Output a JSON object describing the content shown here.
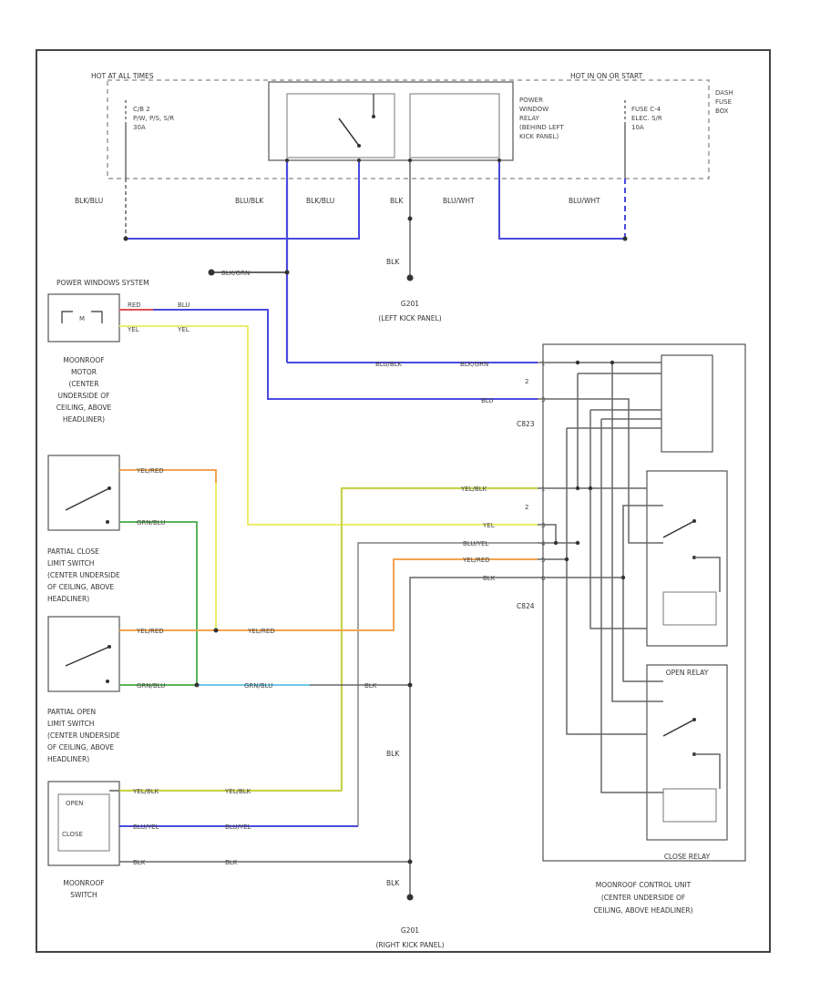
{
  "colors": {
    "blue": "#4a4ade",
    "yellow": "#eded6e",
    "orange": "#f2a450",
    "green": "#5ab45a",
    "cyan": "#6ec8e8",
    "olive": "#c8d24a",
    "red": "#e05050",
    "gray": "#666666",
    "black": "#333333"
  },
  "labels": {
    "hot_at_all_times": "HOT AT ALL TIMES",
    "hot_in_on_or_start": "HOT IN ON OR START",
    "fuse_left_1": "C/B 2",
    "fuse_left_2": "P/W, P/S, S/R",
    "fuse_left_3": "30A",
    "relay_1": "POWER",
    "relay_2": "WINDOW",
    "relay_3": "RELAY",
    "relay_4": "(BEHIND LEFT",
    "relay_5": "KICK PANEL)",
    "fuse_right_1": "FUSE C-4",
    "fuse_right_2": "ELEC. S/R",
    "fuse_right_3": "10A",
    "dash_fuse_1": "DASH",
    "dash_fuse_2": "FUSE",
    "dash_fuse_3": "BOX",
    "w_blk_blu_1": "BLK/BLU",
    "w_blu_blk": "BLU/BLK",
    "w_blk_blu_2": "BLK/BLU",
    "w_blk_top": "BLK",
    "w_blu_wht_1": "BLU/WHT",
    "w_blu_wht_2": "BLU/WHT",
    "w_blk_g201": "BLK",
    "power_windows_system": "POWER WINDOWS SYSTEM",
    "w_blk_grn_top": "BLK/GRN",
    "g201_1": "G201",
    "g201_2": "(LEFT KICK PANEL)",
    "motor_red": "RED",
    "motor_blu": "BLU",
    "motor_yel_1": "YEL",
    "motor_yel_2": "YEL",
    "motor_1": "MOONROOF",
    "motor_2": "MOTOR",
    "motor_3": "(CENTER",
    "motor_4": "UNDERSIDE OF",
    "motor_5": "CEILING, ABOVE",
    "motor_6": "HEADLINER)",
    "w_blu_blk_mid": "BLU/BLK",
    "w_blk_grn_mid": "BLK/GRN",
    "w_blu_right": "BLU",
    "c823": "C823",
    "pc_yel_red": "YEL/RED",
    "pc_grn_blu": "GRN/BLU",
    "pc_1": "PARTIAL CLOSE",
    "pc_2": "LIMIT SWITCH",
    "pc_3": "(CENTER UNDERSIDE",
    "pc_4": "OF CEILING, ABOVE",
    "pc_5": "HEADLINER)",
    "c824_yel_blk": "YEL/BLK",
    "c824_yel": "YEL",
    "c824_blu_yel": "BLU/YEL",
    "c824_yel_red": "YEL/RED",
    "c824_blk": "BLK",
    "c824": "C824",
    "po_yel_red_1": "YEL/RED",
    "po_yel_red_2": "YEL/RED",
    "po_grn_blu_1": "GRN/BLU",
    "po_grn_blu_2": "GRN/BLU",
    "po_blk": "BLK",
    "po_1": "PARTIAL OPEN",
    "po_2": "LIMIT SWITCH",
    "po_3": "(CENTER UNDERSIDE",
    "po_4": "OF CEILING, ABOVE",
    "po_5": "HEADLINER)",
    "w_blk_vert": "BLK",
    "open_relay": "OPEN RELAY",
    "sw_open": "OPEN",
    "sw_close": "CLOSE",
    "sw_yel_blk_1": "YEL/BLK",
    "sw_yel_blk_2": "YEL/BLK",
    "sw_blu_yel_1": "BLU/YEL",
    "sw_blu_yel_2": "BLU/YEL",
    "sw_blk_1": "BLK",
    "sw_blk_2": "BLK",
    "sw_1": "MOONROOF",
    "sw_2": "SWITCH",
    "close_relay": "CLOSE RELAY",
    "cu_1": "MOONROOF CONTROL UNIT",
    "cu_2": "(CENTER UNDERSIDE OF",
    "cu_3": "CEILING, ABOVE HEADLINER)",
    "w_blk_g501": "BLK",
    "g501_1": "G201",
    "g501_2": "(RIGHT KICK PANEL)"
  }
}
